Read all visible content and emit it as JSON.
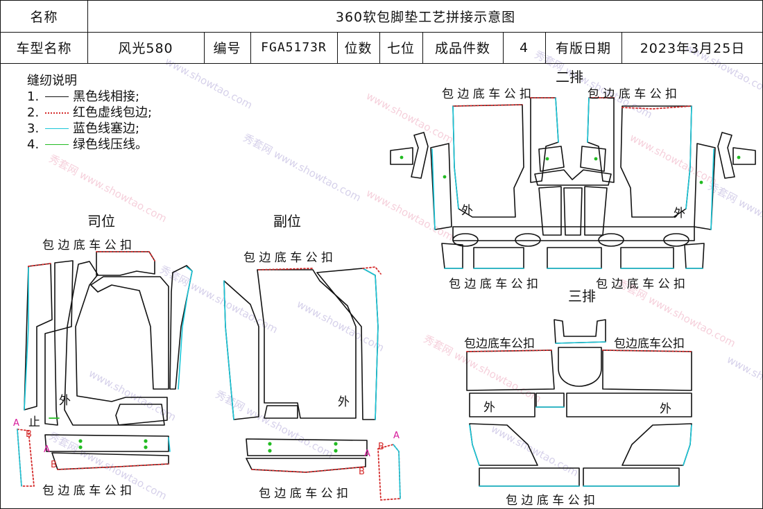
{
  "header": {
    "name_label": "名称",
    "title": "360软包脚垫工艺拼接示意图",
    "model_label": "车型名称",
    "model_value": "风光580",
    "code_label": "编号",
    "code_value": "FGA5173R",
    "seats_label": "位数",
    "seats_value": "七位",
    "pieces_label": "成品件数",
    "pieces_value": "4",
    "date_label": "有版日期",
    "date_value": "2023年3月25日"
  },
  "legend": {
    "title": "缝纫说明",
    "items": [
      {
        "num": "1.",
        "text": "黑色线相接;",
        "color": "#111111",
        "style": "solid"
      },
      {
        "num": "2.",
        "text": "红色虚线包边;",
        "color": "#d42a2a",
        "style": "dotted"
      },
      {
        "num": "3.",
        "text": "蓝色线塞边;",
        "color": "#18c6d8",
        "style": "solid"
      },
      {
        "num": "4.",
        "text": "绿色线压线。",
        "color": "#22bb22",
        "style": "solid"
      }
    ]
  },
  "sections": {
    "driver": {
      "title": "司位",
      "top_note": "包 边 底 车 公 扣",
      "bottom_note": "包 边 底 车 公 扣",
      "outer": "外",
      "stop": "止"
    },
    "passenger": {
      "title": "副位",
      "top_note": "包 边 底 车 公 扣",
      "bottom_note": "包 边 底 车 公 扣",
      "outer": "外"
    },
    "row2": {
      "title": "二排",
      "top_left_note": "包 边 底 车 公 扣",
      "top_right_note": "包 边 底 车 公 扣",
      "bottom_left_note": "包 边 底 车 公 扣",
      "bottom_right_note": "包 边 底 车 公 扣",
      "outer_left": "外",
      "outer_right": "外"
    },
    "row3": {
      "title": "三排",
      "top_left_note": "包边底车公扣",
      "top_right_note": "包边底车公扣",
      "bottom_note": "包 边 底 车 公 扣",
      "outer_left": "外",
      "outer_right": "外"
    }
  },
  "markers": {
    "a": "A",
    "b": "B"
  },
  "watermark": {
    "brand_cn": "秀套网",
    "brand_url": "www.showtao.com"
  },
  "colors": {
    "black_line": "#111111",
    "red_dotted": "#d42a2a",
    "cyan_line": "#18c6d8",
    "green_line": "#22bb22",
    "marker_a": "#d6189a",
    "marker_b": "#d42a2a"
  }
}
